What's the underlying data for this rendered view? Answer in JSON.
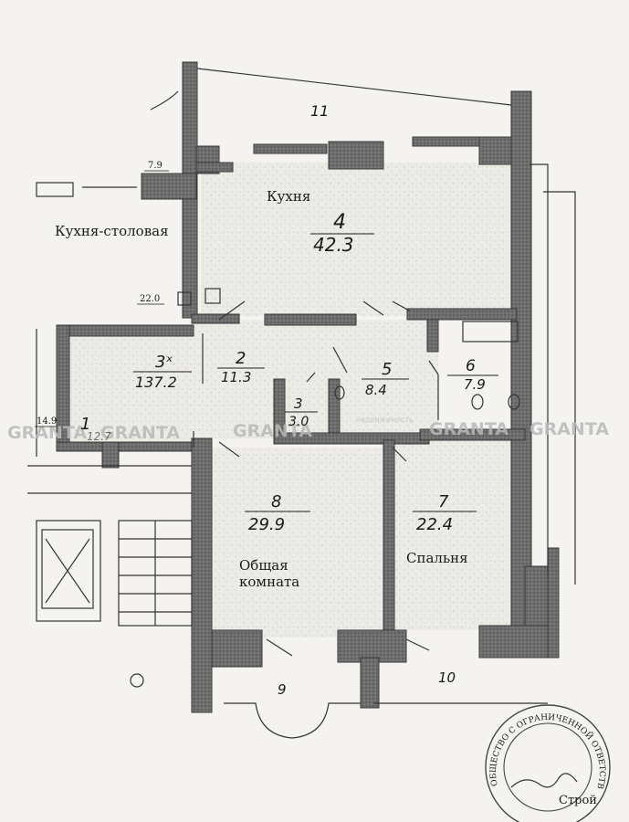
{
  "rooms": {
    "kitchen_name": "Кухня",
    "kitchen_num": "4",
    "kitchen_area": "42.3",
    "kitchen_dining": "Кухня-столовая",
    "r3x_num": "3ˣ",
    "r3x_area": "137.2",
    "r2_num": "2",
    "r2_area": "11.3",
    "r3_num": "3",
    "r3_area": "3.0",
    "r5_num": "5",
    "r5_area": "8.4",
    "r6_num": "6",
    "r6_area": "7.9",
    "r8_num": "8",
    "r8_area": "29.9",
    "r8_name_1": "Общая",
    "r8_name_2": "комната",
    "r7_num": "7",
    "r7_area": "22.4",
    "r7_name": "Спальня",
    "r1_num": "1",
    "r1_area": "12.7",
    "balcony_11": "11",
    "balcony_9": "9",
    "balcony_10": "10"
  },
  "marks": {
    "m79": "7.9",
    "m220": "22.0",
    "m149": "14.9"
  },
  "watermark": {
    "brand": "GRANTA",
    "repeats": [
      "GRANTA",
      "GRANTA",
      "GRANTA",
      "GRANTA",
      "GRANTA"
    ],
    "small": "недвижимость"
  },
  "stamp": {
    "ring_text": "ОБЩЕСТВО С ОГРАНИЧЕННОЙ ОТВЕТСТВЕННОСТЬЮ",
    "center": "Строй"
  }
}
